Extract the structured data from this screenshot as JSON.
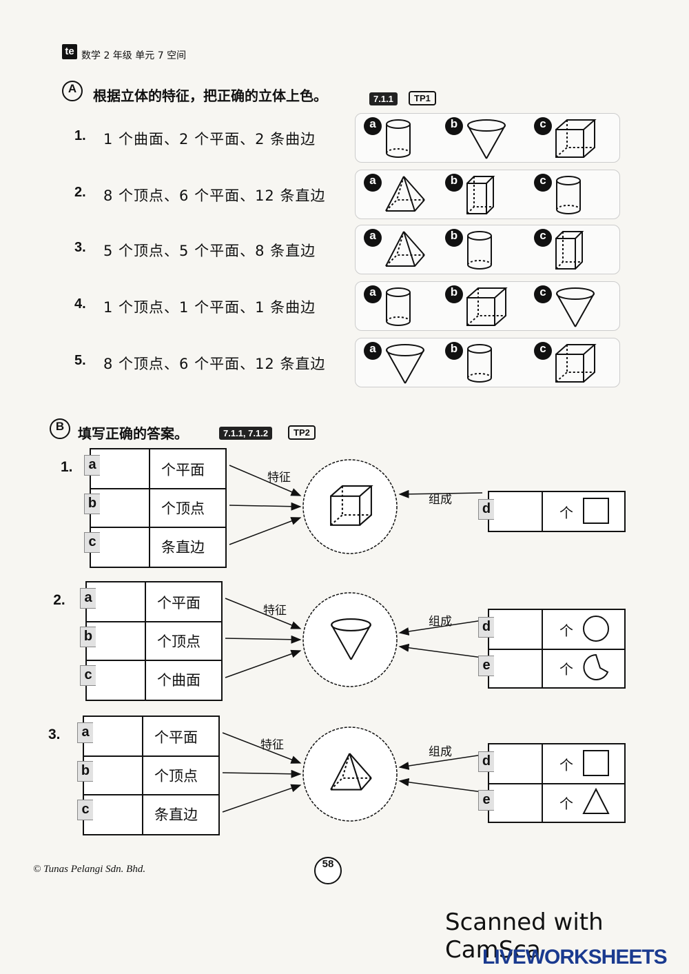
{
  "header": {
    "logo": "te",
    "text": "数学 2 年级  单元 7  空间"
  },
  "section_a": {
    "badge": "A",
    "title": "根据立体的特征，把正确的立体上色。",
    "tag1": "7.1.1",
    "tag2": "TP1",
    "rows": [
      {
        "num": "1.",
        "text": "1 个曲面、2 个平面、2 条曲边"
      },
      {
        "num": "2.",
        "text": "8 个顶点、6 个平面、12 条直边"
      },
      {
        "num": "3.",
        "text": "5 个顶点、5 个平面、8 条直边"
      },
      {
        "num": "4.",
        "text": "1 个顶点、1 个平面、1 条曲边"
      },
      {
        "num": "5.",
        "text": "8 个顶点、6 个平面、12 条直边"
      }
    ],
    "options": [
      "a",
      "b",
      "c"
    ],
    "shapes": [
      [
        "cylinder",
        "cone",
        "cube"
      ],
      [
        "pyramid",
        "cuboid",
        "cylinder"
      ],
      [
        "pyramid",
        "cylinder",
        "cuboid"
      ],
      [
        "cylinder",
        "cube",
        "cone"
      ],
      [
        "cone",
        "cylinder",
        "cube"
      ]
    ]
  },
  "section_b": {
    "badge": "B",
    "title": "填写正确的答案。",
    "tag1": "7.1.1, 7.1.2",
    "tag2": "TP2",
    "feature_label": "特征",
    "compose_label": "组成",
    "ge": "个",
    "items": [
      {
        "num": "1.",
        "rows": [
          {
            "key": "a",
            "text": "个平面"
          },
          {
            "key": "b",
            "text": "个顶点"
          },
          {
            "key": "c",
            "text": "条直边"
          }
        ],
        "solid": "cube",
        "parts": [
          {
            "key": "d",
            "shape": "square"
          }
        ]
      },
      {
        "num": "2.",
        "rows": [
          {
            "key": "a",
            "text": "个平面"
          },
          {
            "key": "b",
            "text": "个顶点"
          },
          {
            "key": "c",
            "text": "个曲面"
          }
        ],
        "solid": "cone",
        "parts": [
          {
            "key": "d",
            "shape": "circle"
          },
          {
            "key": "e",
            "shape": "sector"
          }
        ]
      },
      {
        "num": "3.",
        "rows": [
          {
            "key": "a",
            "text": "个平面"
          },
          {
            "key": "b",
            "text": "个顶点"
          },
          {
            "key": "c",
            "text": "条直边"
          }
        ],
        "solid": "pyramid",
        "parts": [
          {
            "key": "d",
            "shape": "square"
          },
          {
            "key": "e",
            "shape": "triangle"
          }
        ]
      }
    ]
  },
  "footer": {
    "copyright": "© Tunas Pelangi Sdn. Bhd.",
    "page": "58"
  },
  "watermark": {
    "scan": "Scanned with CamSca",
    "brand": "LIVEWORKSHEETS"
  }
}
